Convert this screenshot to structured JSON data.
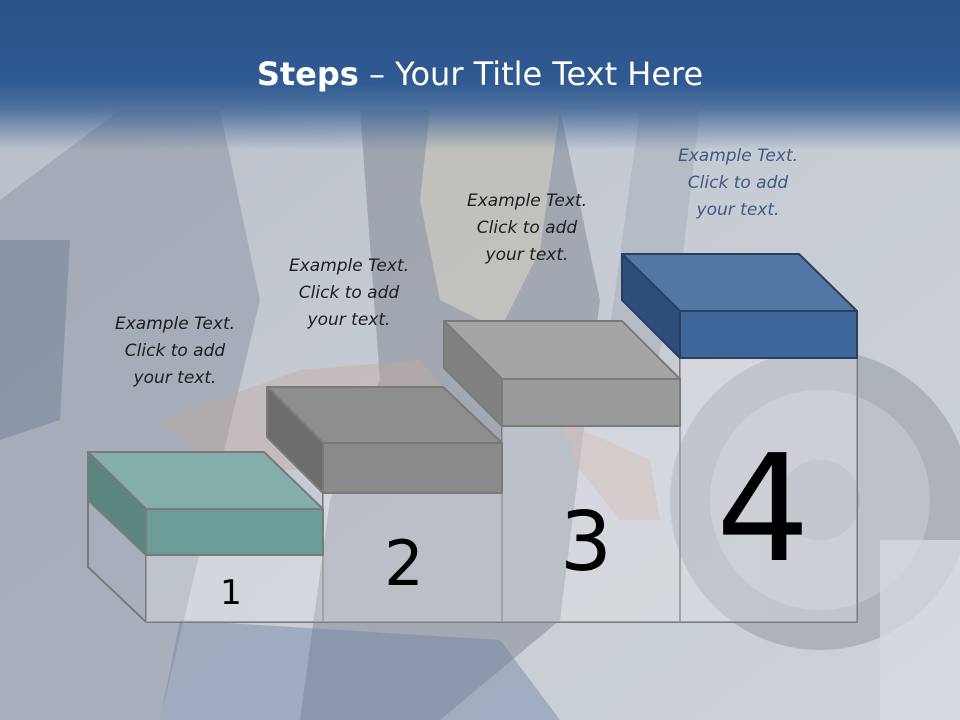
{
  "slide": {
    "title_bold": "Steps",
    "title_rest": " – Your Title Text Here"
  },
  "steps": [
    {
      "number": "1",
      "caption": [
        "Example Text.",
        "Click  to add",
        "your text."
      ],
      "color": "#6fa39f"
    },
    {
      "number": "2",
      "caption": [
        "Example Text.",
        "Click  to add",
        "your text."
      ],
      "color": "#8f8f8f"
    },
    {
      "number": "3",
      "caption": [
        "Example Text.",
        "Click  to add",
        "your text."
      ],
      "color": "#9a9a9a"
    },
    {
      "number": "4",
      "caption": [
        "Example Text.",
        "Click  to add",
        "your text."
      ],
      "color": "#3e6699"
    }
  ]
}
